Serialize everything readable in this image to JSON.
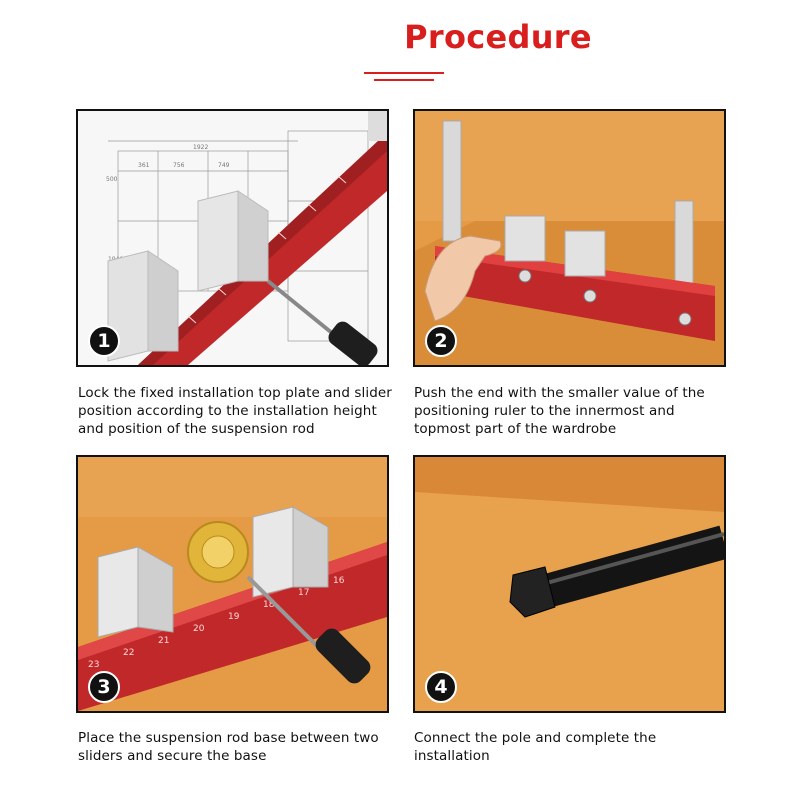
{
  "header": {
    "title": "Procedure"
  },
  "steps": [
    {
      "number": "1",
      "caption": "Lock the fixed installation top plate and slider position according to the installation height and position of the suspension rod"
    },
    {
      "number": "2",
      "caption": "Push the end with the smaller value of the positioning ruler to the innermost and topmost part of the wardrobe"
    },
    {
      "number": "3",
      "caption": "Place the suspension rod base between two sliders and secure the base"
    },
    {
      "number": "4",
      "caption": "Connect the pole and complete the installation"
    }
  ],
  "colors": {
    "accent": "#d91e1e",
    "ruler": "#c0282a",
    "wood": "#e59a45"
  }
}
